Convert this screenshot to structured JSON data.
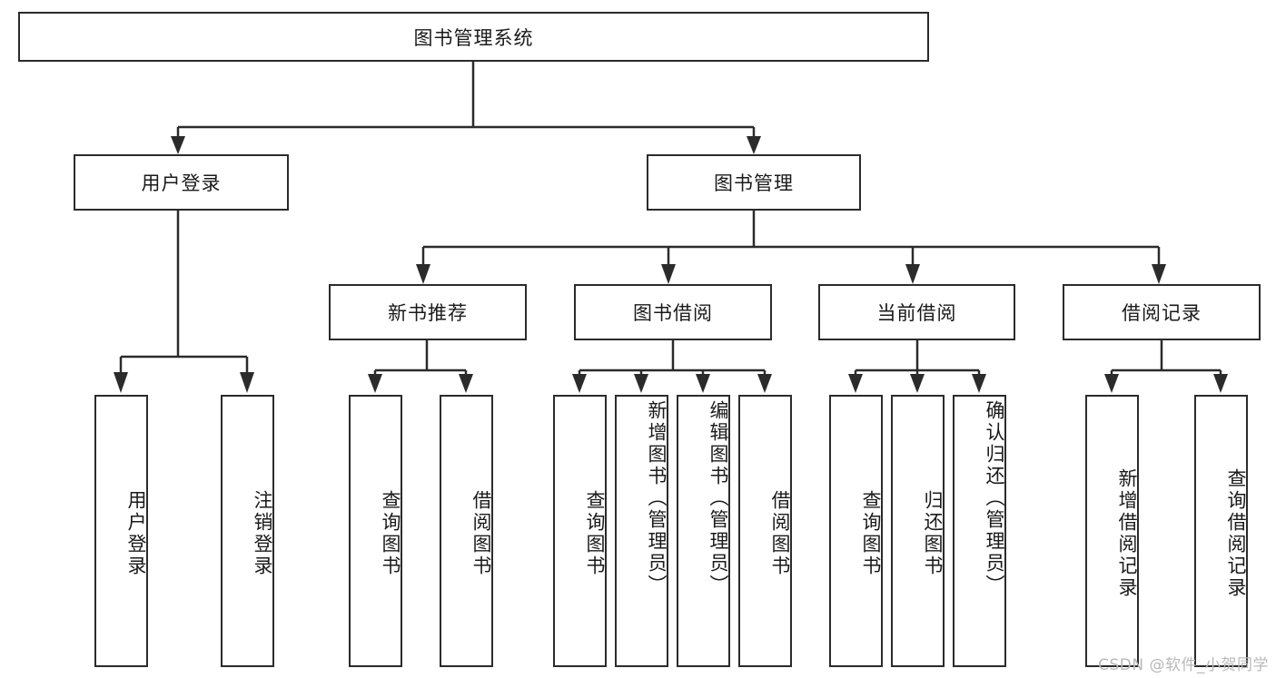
{
  "diagram": {
    "title_node": {
      "label": "图书管理系统"
    },
    "level2": [
      {
        "id": "user-login",
        "label": "用户登录"
      },
      {
        "id": "book-manage",
        "label": "图书管理"
      }
    ],
    "level3": [
      {
        "id": "new-book-rec",
        "label": "新书推荐"
      },
      {
        "id": "book-borrow",
        "label": "图书借阅"
      },
      {
        "id": "current-borrow",
        "label": "当前借阅"
      },
      {
        "id": "borrow-record",
        "label": "借阅记录"
      }
    ],
    "leaves": [
      {
        "id": "leaf-user-login",
        "label": "用户登录"
      },
      {
        "id": "leaf-logout-login",
        "label": "注销登录"
      },
      {
        "id": "leaf-query-book-1",
        "label": "查询图书"
      },
      {
        "id": "leaf-borrow-book-1",
        "label": "借阅图书"
      },
      {
        "id": "leaf-query-book-2",
        "label": "查询图书"
      },
      {
        "id": "leaf-add-book",
        "label": "新增图书（管理员）"
      },
      {
        "id": "leaf-edit-book",
        "label": "编辑图书（管理员）"
      },
      {
        "id": "leaf-borrow-book-2",
        "label": "借阅图书"
      },
      {
        "id": "leaf-query-book-3",
        "label": "查询图书"
      },
      {
        "id": "leaf-return-book",
        "label": "归还图书"
      },
      {
        "id": "leaf-confirm-return",
        "label": "确认归还（管理员）"
      },
      {
        "id": "leaf-add-record",
        "label": "新增借阅记录"
      },
      {
        "id": "leaf-query-record",
        "label": "查询借阅记录"
      }
    ]
  },
  "watermark": {
    "text": "CSDN @软件_小贺同学"
  },
  "colors": {
    "line": "#2b2b2b",
    "box_fill": "#ffffff",
    "text": "#1a1a1a",
    "watermark": "#b9b9b9"
  }
}
